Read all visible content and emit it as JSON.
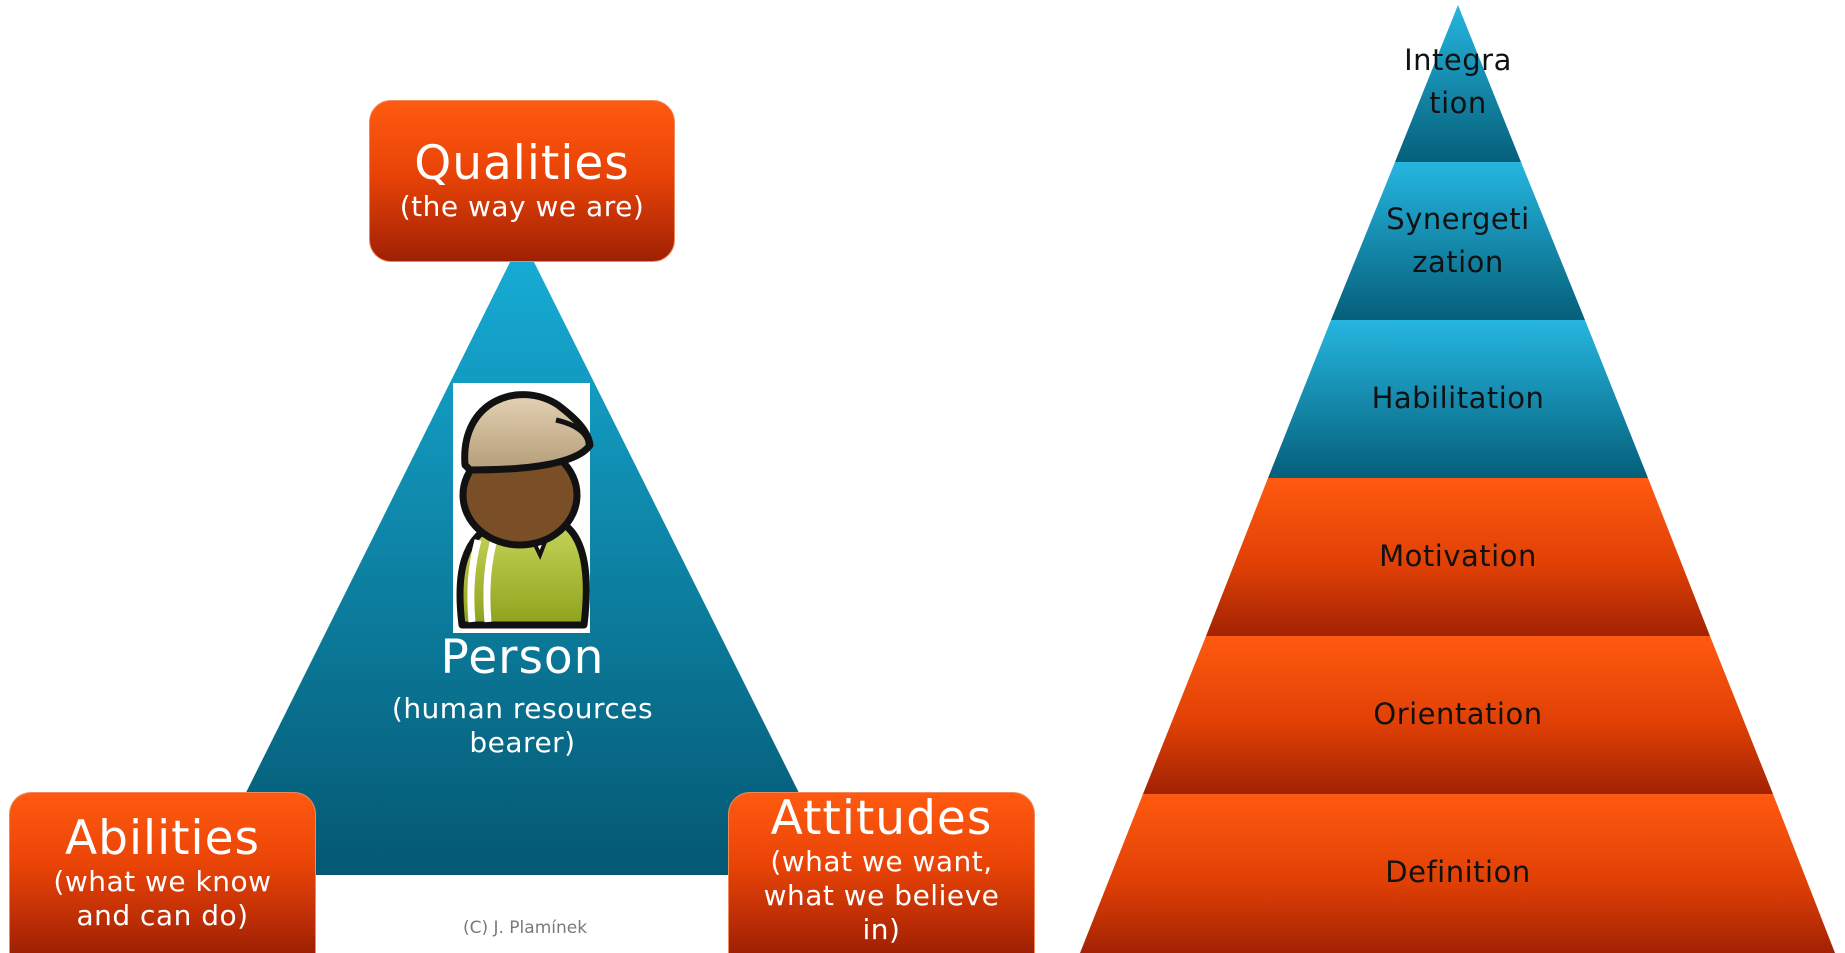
{
  "triangle_model": {
    "qualities": {
      "title": "Qualities",
      "subtitle": "(the way we are)"
    },
    "abilities": {
      "title": "Abilities",
      "subtitle_line1": "(what we know",
      "subtitle_line2": "and can do)"
    },
    "attitudes": {
      "title": "Attitudes",
      "subtitle_line1": "(what we want,",
      "subtitle_line2": "what we believe",
      "subtitle_line3": "in)"
    },
    "person": {
      "title": "Person",
      "subtitle_line1": "(human resources",
      "subtitle_line2": "bearer)",
      "icon": "person-with-cap-icon"
    },
    "copyright": "(C) J. Plamínek",
    "colors": {
      "triangle_top": "#17aed8",
      "triangle_bottom": "#045872",
      "box_top": "#ff5a10",
      "box_bottom": "#9e2004"
    }
  },
  "pyramid": {
    "levels": [
      {
        "line1": "Integra",
        "line2": "tion",
        "color": "blue"
      },
      {
        "line1": "Synergeti",
        "line2": "zation",
        "color": "blue"
      },
      {
        "line1": "Habilitation",
        "line2": "",
        "color": "blue"
      },
      {
        "line1": "Motivation",
        "line2": "",
        "color": "orange"
      },
      {
        "line1": "Orientation",
        "line2": "",
        "color": "orange"
      },
      {
        "line1": "Definition",
        "line2": "",
        "color": "orange"
      }
    ],
    "colors": {
      "blue_top": "#26b6e0",
      "blue_bottom": "#055f7a",
      "orange_top": "#ff5a10",
      "orange_bottom": "#a22204"
    }
  }
}
